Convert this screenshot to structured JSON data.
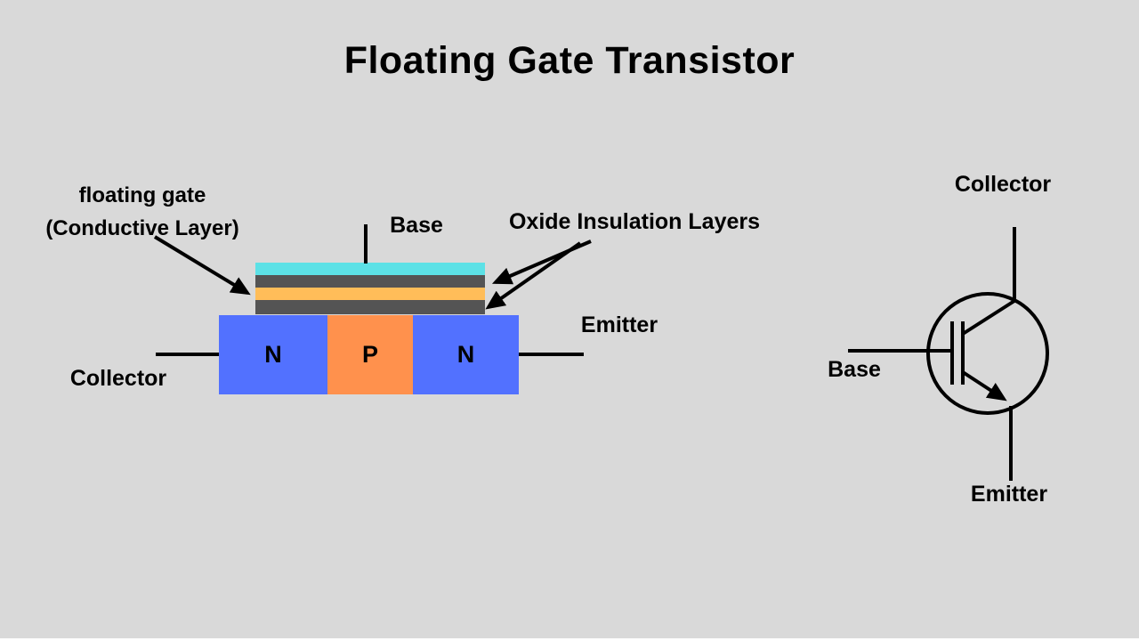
{
  "title": "Floating Gate Transistor",
  "cross_section": {
    "floating_gate_label": [
      "floating gate",
      "(Conductive Layer)"
    ],
    "base_label": "Base",
    "oxide_label": "Oxide Insulation Layers",
    "collector_label": "Collector",
    "emitter_label": "Emitter",
    "regions": {
      "n_left": "N",
      "p": "P",
      "n_right": "N"
    }
  },
  "symbol": {
    "collector_label": "Collector",
    "base_label": "Base",
    "emitter_label": "Emitter"
  },
  "colors": {
    "background": "#d9d9d9",
    "control_gate_layer": "#5ce1e6",
    "oxide_insulation_layer": "#545454",
    "floating_gate_layer": "#ffbd59",
    "n_region": "#5271ff",
    "p_region": "#ff914d",
    "line": "#000000",
    "text": "#000000"
  }
}
